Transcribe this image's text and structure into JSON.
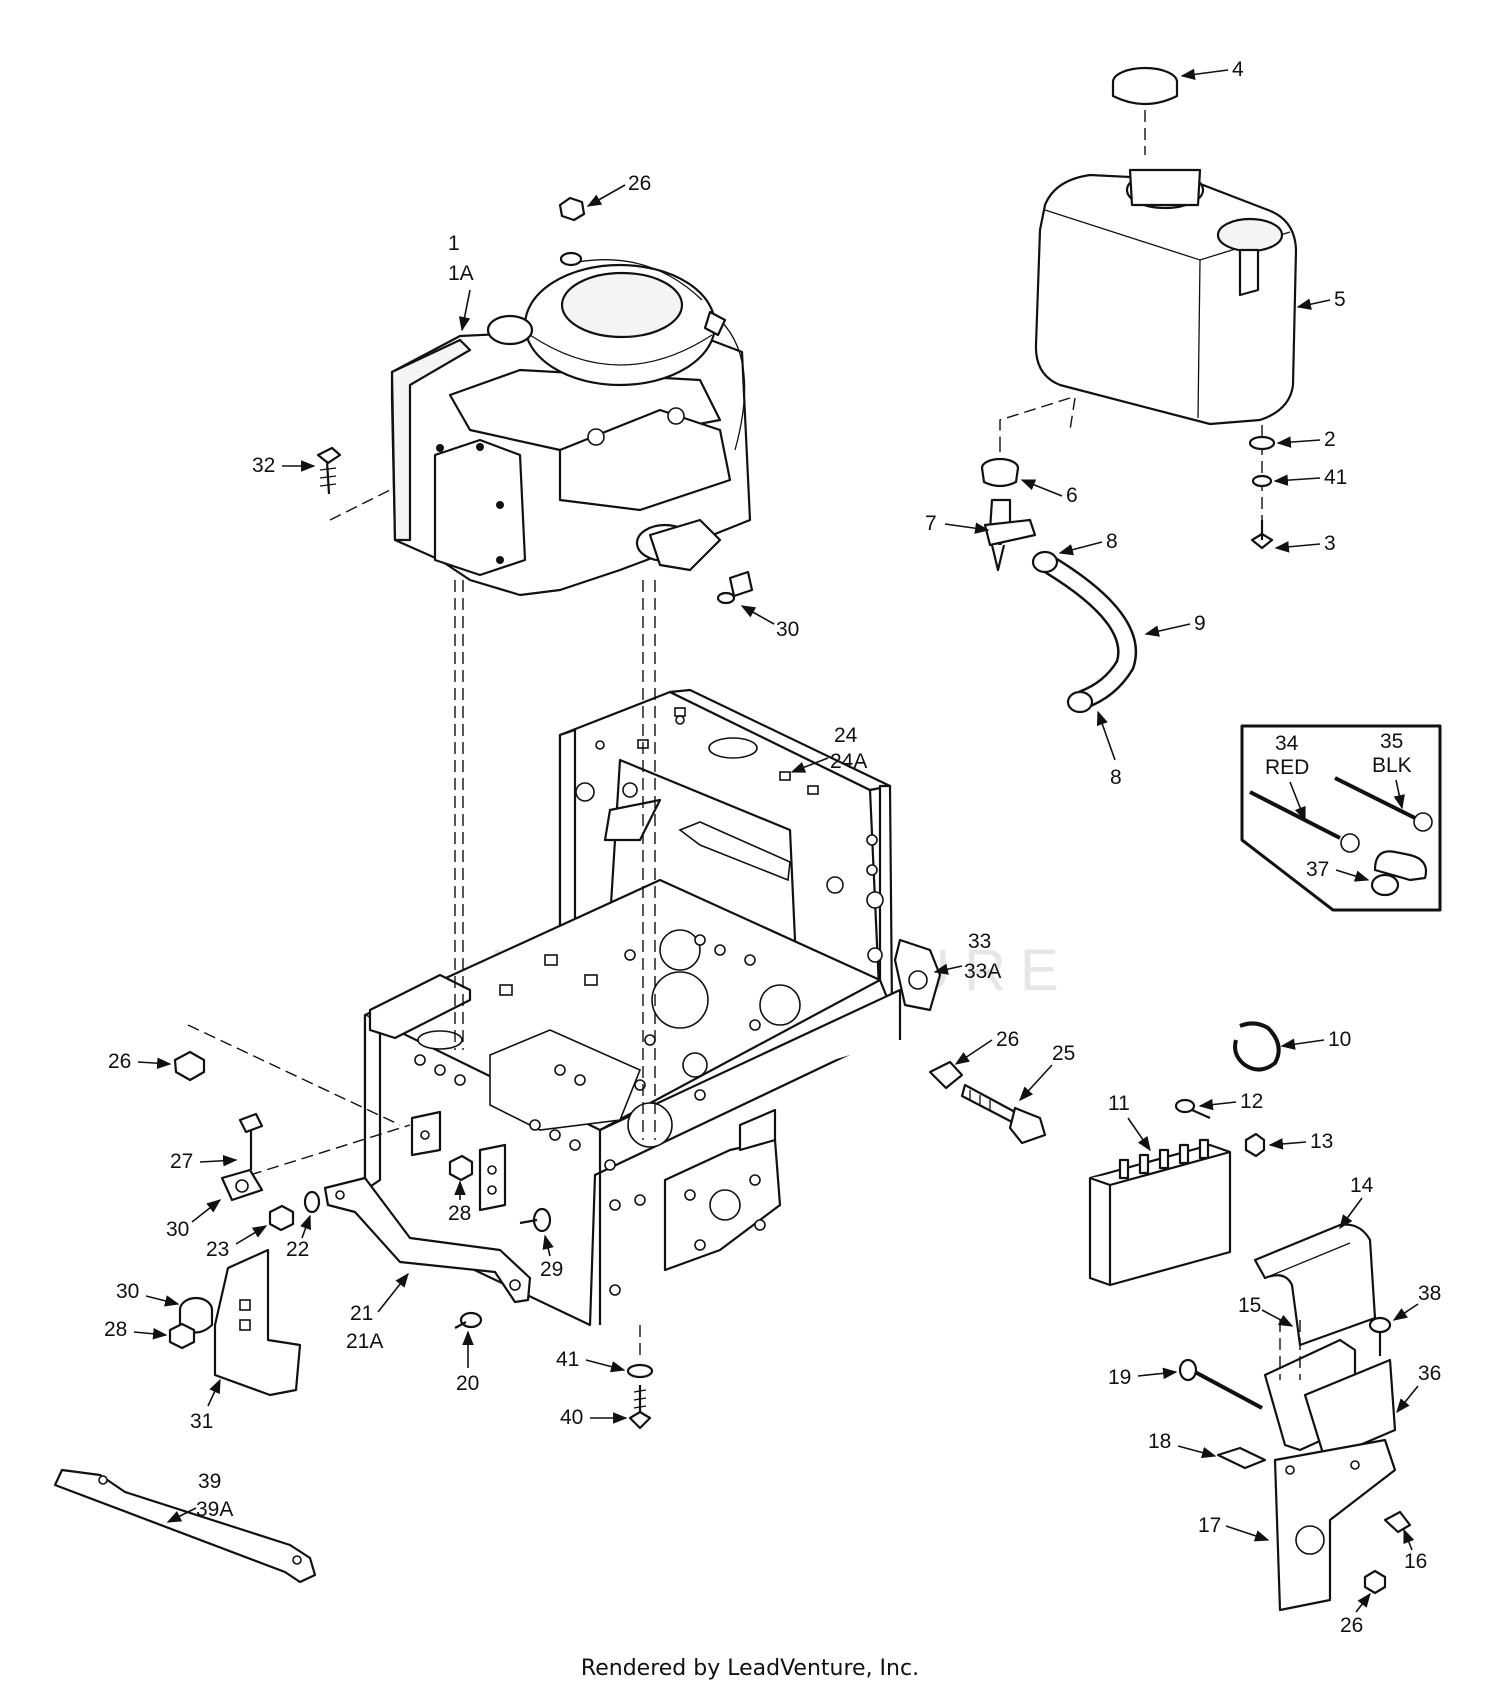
{
  "diagram": {
    "watermark": "LEADVENTURE",
    "footer": "Rendered by LeadVenture, Inc.",
    "callouts": {
      "c1": "1",
      "c1a": "1A",
      "c2": "2",
      "c3": "3",
      "c4": "4",
      "c5": "5",
      "c6": "6",
      "c7": "7",
      "c8a": "8",
      "c8b": "8",
      "c9": "9",
      "c10": "10",
      "c11": "11",
      "c12": "12",
      "c13": "13",
      "c14": "14",
      "c15": "15",
      "c16": "16",
      "c17": "17",
      "c18": "18",
      "c19": "19",
      "c20": "20",
      "c21": "21",
      "c21a": "21A",
      "c22": "22",
      "c23": "23",
      "c24": "24",
      "c24a": "24A",
      "c25": "25",
      "c26a": "26",
      "c26b": "26",
      "c26c": "26",
      "c26d": "26",
      "c27": "27",
      "c28a": "28",
      "c28b": "28",
      "c29": "29",
      "c30a": "30",
      "c30b": "30",
      "c30c": "30",
      "c31": "31",
      "c32": "32",
      "c33": "33",
      "c33a": "33A",
      "c34": "34",
      "c35": "35",
      "c37": "37",
      "c36": "36",
      "c38": "38",
      "c39": "39",
      "c39a": "39A",
      "c40": "40",
      "c41a": "41",
      "c41b": "41"
    },
    "inset": {
      "red_label": "RED",
      "blk_label": "BLK"
    }
  }
}
